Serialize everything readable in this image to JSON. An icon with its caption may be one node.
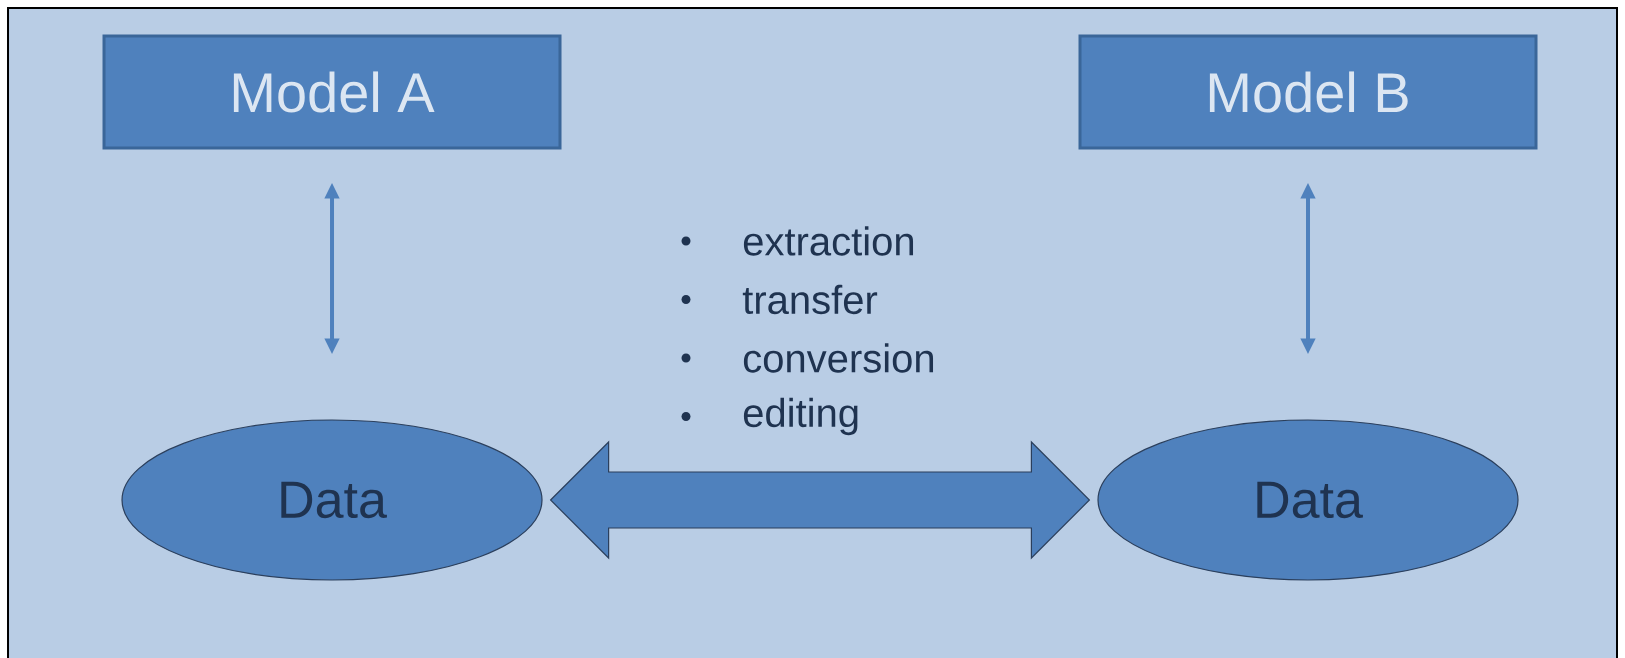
{
  "diagram": {
    "nodes": [
      {
        "text": [
          "Model A"
        ]
      },
      {
        "text": [
          "Model B"
        ]
      },
      {
        "text": [
          "Data"
        ]
      },
      {
        "text": [
          "Data"
        ]
      }
    ],
    "edges": [
      {
        "from": 0,
        "to": 2,
        "arrow": "both"
      },
      {
        "from": 1,
        "to": 3,
        "arrow": "both"
      },
      {
        "from": 2,
        "to": 3,
        "arrow": "both",
        "style": "thick"
      }
    ],
    "labels": [
      "extraction",
      "transfer",
      "conversion",
      "editing"
    ]
  }
}
